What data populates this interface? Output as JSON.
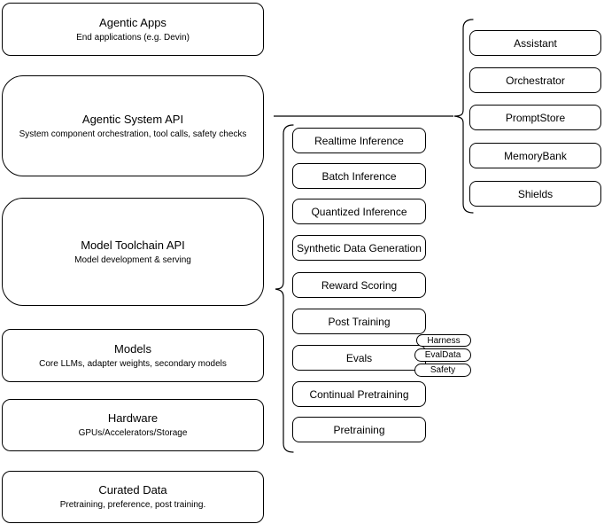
{
  "diagram": {
    "colors": {
      "background": "#ffffff",
      "node_fill": "#ffffff",
      "stroke": "#000000",
      "text": "#000000"
    },
    "left_column": {
      "boxes": [
        {
          "title": "Agentic Apps",
          "subtitle": "End applications (e.g. Devin)"
        },
        {
          "title": "Agentic System API",
          "subtitle": "System component orchestration, tool calls, safety checks"
        },
        {
          "title": "Model Toolchain API",
          "subtitle": "Model development & serving"
        },
        {
          "title": "Models",
          "subtitle": "Core LLMs, adapter weights, secondary models"
        },
        {
          "title": "Hardware",
          "subtitle": "GPUs/Accelerators/Storage"
        },
        {
          "title": "Curated Data",
          "subtitle": "Pretraining, preference, post training."
        }
      ]
    },
    "toolchain_column": {
      "items": [
        {
          "label": "Realtime Inference"
        },
        {
          "label": "Batch Inference"
        },
        {
          "label": "Quantized Inference"
        },
        {
          "label": "Synthetic Data Generation"
        },
        {
          "label": "Reward Scoring"
        },
        {
          "label": "Post Training"
        },
        {
          "label": "Evals"
        },
        {
          "label": "Continual Pretraining"
        },
        {
          "label": "Pretraining"
        }
      ],
      "evals_tags": [
        {
          "label": "Harness"
        },
        {
          "label": "EvalData"
        },
        {
          "label": "Safety"
        }
      ]
    },
    "system_column": {
      "items": [
        {
          "label": "Assistant"
        },
        {
          "label": "Orchestrator"
        },
        {
          "label": "PromptStore"
        },
        {
          "label": "MemoryBank"
        },
        {
          "label": "Shields"
        }
      ]
    }
  }
}
